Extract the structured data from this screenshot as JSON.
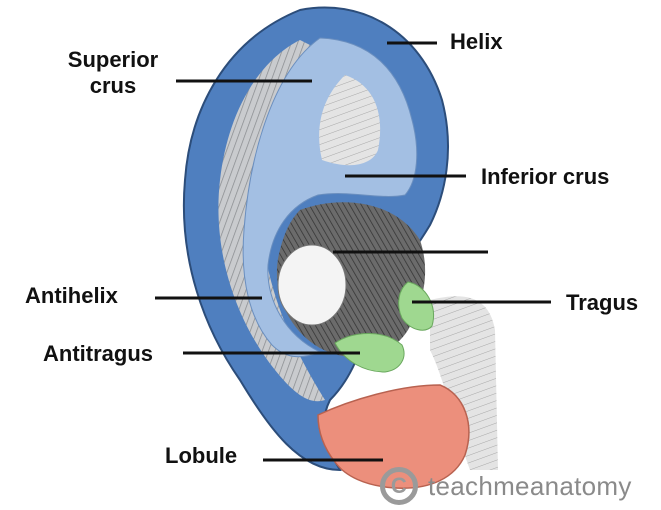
{
  "labels": {
    "helix": "Helix",
    "superior_crus_line1": "Superior",
    "superior_crus_line2": "crus",
    "inferior_crus": "Inferior crus",
    "antihelix": "Antihelix",
    "tragus": "Tragus",
    "antitragus": "Antitragus",
    "lobule": "Lobule"
  },
  "watermark": {
    "symbol": "C",
    "text": "teachmeanatomy"
  },
  "colors": {
    "helix_blue": "#4f7fbf",
    "antihelix_blue": "#a3bfe3",
    "tragus_green": "#9fd890",
    "lobule_salmon": "#ec8f7c",
    "line": "#111111"
  }
}
